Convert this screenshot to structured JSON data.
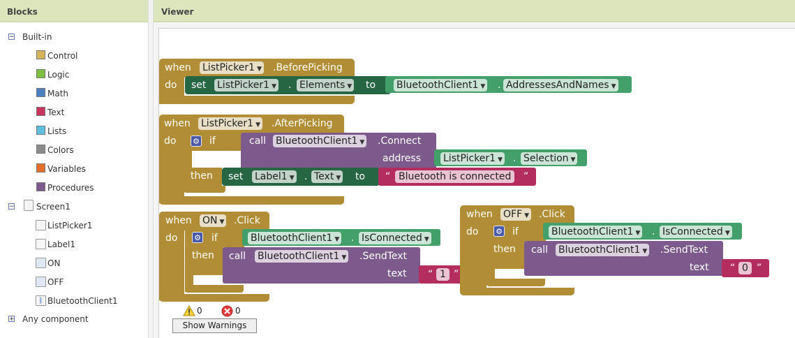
{
  "headers": {
    "blocks": "Blocks",
    "viewer": "Viewer"
  },
  "tree": {
    "builtin": {
      "label": "Built-in",
      "items": [
        {
          "label": "Control",
          "color": "#d5b45a"
        },
        {
          "label": "Logic",
          "color": "#7fbf3f"
        },
        {
          "label": "Math",
          "color": "#4c7fbf"
        },
        {
          "label": "Text",
          "color": "#c8365f"
        },
        {
          "label": "Lists",
          "color": "#5fbfdf"
        },
        {
          "label": "Colors",
          "color": "#8a8a8a"
        },
        {
          "label": "Variables",
          "color": "#e3702a"
        },
        {
          "label": "Procedures",
          "color": "#7d5a8c"
        }
      ]
    },
    "screen": {
      "label": "Screen1",
      "components": [
        "ListPicker1",
        "Label1",
        "ON",
        "OFF",
        "BluetoothClient1"
      ]
    },
    "any_component": "Any component"
  },
  "blocks": {
    "b1": {
      "when": "when",
      "comp": "ListPicker1",
      "event": ".BeforePicking",
      "do": "do",
      "set": "set",
      "set_comp": "ListPicker1",
      "dot": ".",
      "prop": "Elements",
      "to": "to",
      "bt": "BluetoothClient1",
      "bt_prop": "AddressesAndNames"
    },
    "b2": {
      "when": "when",
      "comp": "ListPicker1",
      "event": ".AfterPicking",
      "do": "do",
      "if": "if",
      "call": "call",
      "call_comp": "BluetoothClient1",
      "method": ".Connect",
      "address": "address",
      "sel_comp": "ListPicker1",
      "sel_prop": "Selection",
      "then": "then",
      "set": "set",
      "label": "Label1",
      "text_prop": "Text",
      "to": "to",
      "string": "Bluetooth is connected"
    },
    "b3": {
      "when": "when",
      "comp": "ON",
      "event": ".Click",
      "do": "do",
      "if": "if",
      "cond_comp": "BluetoothClient1",
      "cond_prop": "IsConnected",
      "then": "then",
      "call": "call",
      "call_comp": "BluetoothClient1",
      "method": ".SendText",
      "text": "text",
      "string": "1"
    },
    "b4": {
      "when": "when",
      "comp": "OFF",
      "event": ".Click",
      "do": "do",
      "if": "if",
      "cond_comp": "BluetoothClient1",
      "cond_prop": "IsConnected",
      "then": "then",
      "call": "call",
      "call_comp": "BluetoothClient1",
      "method": ".SendText",
      "text": "text",
      "string": "0"
    }
  },
  "warnings": {
    "warning_count": "0",
    "error_count": "0",
    "button": "Show Warnings"
  },
  "quote_open": "“",
  "quote_close": "”"
}
